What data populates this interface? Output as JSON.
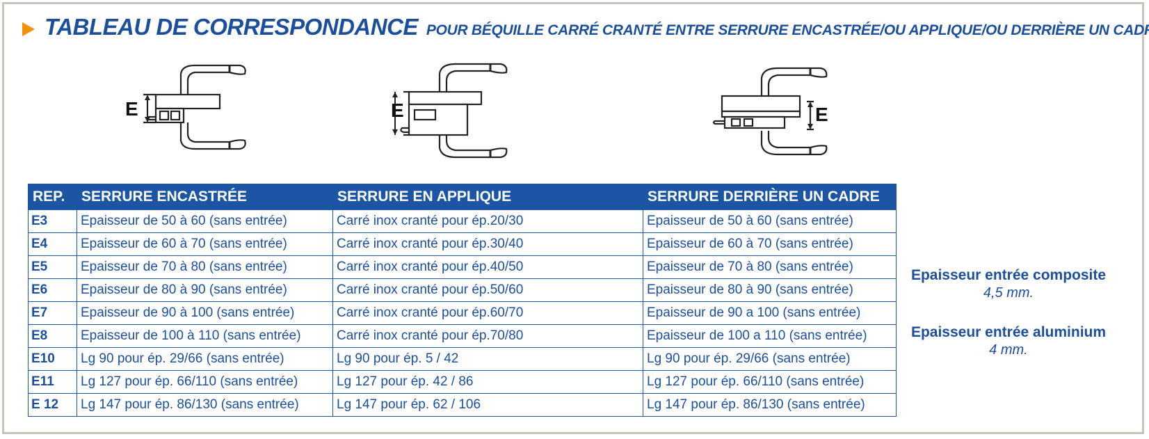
{
  "header": {
    "title": "TABLEAU DE CORRESPONDANCE",
    "subtitle": "POUR BÉQUILLE CARRÉ CRANTÉ ENTRE SERRURE ENCASTRÉE/OU APPLIQUE/OU DERRIÈRE UN CADRE"
  },
  "diagrams": [
    {
      "label": "E"
    },
    {
      "label": "E"
    },
    {
      "label": "E"
    }
  ],
  "table": {
    "headers": [
      "REP.",
      "SERRURE ENCASTRÉE",
      "SERRURE EN APPLIQUE",
      "SERRURE DERRIÈRE UN CADRE"
    ],
    "rows": [
      [
        "E3",
        "Epaisseur de 50 à 60  (sans entrée)",
        "Carré inox cranté pour ép.20/30",
        "Epaisseur de 50 à 60  (sans entrée)"
      ],
      [
        "E4",
        "Epaisseur de 60 à 70  (sans entrée)",
        "Carré inox cranté pour ép.30/40",
        "Epaisseur de 60 à 70  (sans entrée)"
      ],
      [
        "E5",
        "Epaisseur de 70 à 80  (sans entrée)",
        "Carré inox cranté pour ép.40/50",
        "Epaisseur de 70 à 80  (sans entrée)"
      ],
      [
        "E6",
        "Epaisseur de 80 à 90  (sans entrée)",
        "Carré inox cranté pour ép.50/60",
        "Epaisseur de 80 à 90  (sans entrée)"
      ],
      [
        "E7",
        "Epaisseur de 90 à 100  (sans entrée)",
        "Carré inox cranté pour ép.60/70",
        "Epaisseur de 90 a 100  (sans entrée)"
      ],
      [
        "E8",
        "Epaisseur de 100 à 110  (sans entrée)",
        "Carré inox cranté pour ép.70/80",
        "Epaisseur de 100 a 110 (sans entrée)"
      ],
      [
        "E10",
        "Lg 90 pour ép. 29/66 (sans entrée)",
        "Lg 90 pour ép. 5 / 42",
        "Lg 90 pour ép. 29/66 (sans entrée)"
      ],
      [
        "E11",
        "Lg 127 pour ép. 66/110 (sans entrée)",
        "Lg 127 pour ép. 42 / 86",
        "Lg 127 pour ép. 66/110 (sans entrée)"
      ],
      [
        "E 12",
        "Lg 147 pour ép. 86/130 (sans entrée)",
        "Lg 147 pour ép. 62 / 106",
        "Lg 147 pour ép. 86/130 (sans entrée)"
      ]
    ]
  },
  "side_notes": [
    {
      "label": "Epaisseur entrée composite",
      "value": "4,5 mm."
    },
    {
      "label": "Epaisseur entrée aluminium",
      "value": "4 mm."
    }
  ],
  "colors": {
    "brand_blue": "#1b4f9c",
    "header_fill": "#1b55a3",
    "arrow": "#f29200",
    "frame": "#c8c4bb"
  }
}
